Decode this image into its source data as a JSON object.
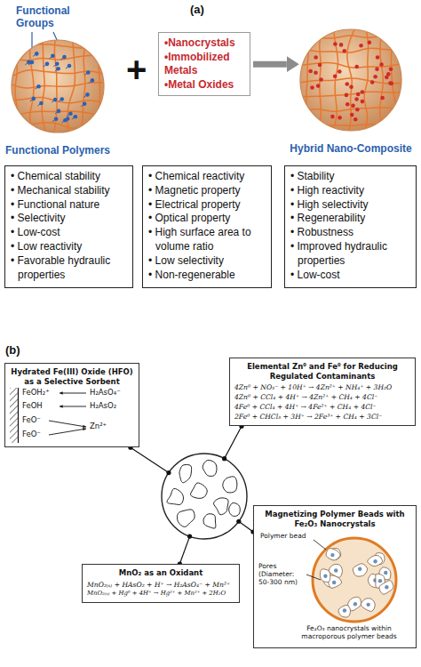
{
  "diagram": {
    "nodes": [
      {
        "text": [
          "Functional Polymers"
        ]
      },
      {
        "text": [
          "•Nanocrystals",
          "•Immobilized Metals",
          "•Metal Oxides"
        ]
      },
      {
        "text": [
          "Hybrid Nano-Composite"
        ]
      },
      {
        "text": [
          "• Chemical stability",
          "• Mechanical stability",
          "• Functional nature",
          "• Selectivity",
          "• Low-cost",
          "• Low reactivity",
          "• Favorable hydraulic properties"
        ]
      },
      {
        "text": [
          "• Chemical reactivity",
          "• Magnetic property",
          "• Electrical property",
          "• Optical property",
          "• High surface area to volume ratio",
          "• Low selectivity",
          "• Non-regenerable"
        ]
      },
      {
        "text": [
          "• Stability",
          "• High reactivity",
          "• High selectivity",
          "• Regenerability",
          "• Robustness",
          "• Improved hydraulic properties",
          "• Low-cost"
        ]
      },
      {
        "text": [
          "Hydrated Fe(III) Oxide (HFO) as a Selective Sorbent",
          "FeOH₂⁺",
          "FeOH",
          "FeO⁻",
          "FeO⁻",
          "H₂AsO₄⁻",
          "H₂AsO₂",
          "Zn²⁺"
        ]
      },
      {
        "text": [
          "Elemental Zn⁰ and Fe⁰ for Reducing Regulated Contaminants",
          "4Zn⁰ + NO₃⁻ + 10H⁺ → 4Zn²⁺ + NH₄⁺ + 3H₂O",
          "4Zn⁰ + CCl₄ + 4H⁺ → 4Zn²⁺ + CH₄ + 4Cl⁻",
          "4Fe⁰ + CCl₄ + 4H⁺ → 4Fe²⁺ + CH₄ + 4Cl⁻",
          "2Fe⁰ + CHCl₃ + 3H⁺ → 2Fe³⁺ + CH₄ + 3Cl⁻"
        ]
      },
      {
        "text": [
          "Magnetizing Polymer Beads with Fe₂O₃ Nanocrystals",
          "Polymer bead",
          "Pores (Diameter: 50-300 nm)",
          "Fe₂O₃ nanocrystals within macroporous polymer beads"
        ]
      },
      {
        "text": [
          "MnO₂ as an Oxidant",
          "MnO₂₍ₛ₎ + HAsO₂ + H⁺ → H₂AsO₄⁻ + Mn²⁺",
          "MnO₂₍ₛ₎ + Hg⁰ + 4H⁺ → Hg²⁺ + Mn²⁺ + 2H₂O"
        ]
      }
    ],
    "edges": [
      {
        "from": 1,
        "to": 2,
        "arrow": "to"
      }
    ],
    "labels": [
      "(a)",
      "Functional Groups",
      "+",
      "(b)"
    ]
  }
}
